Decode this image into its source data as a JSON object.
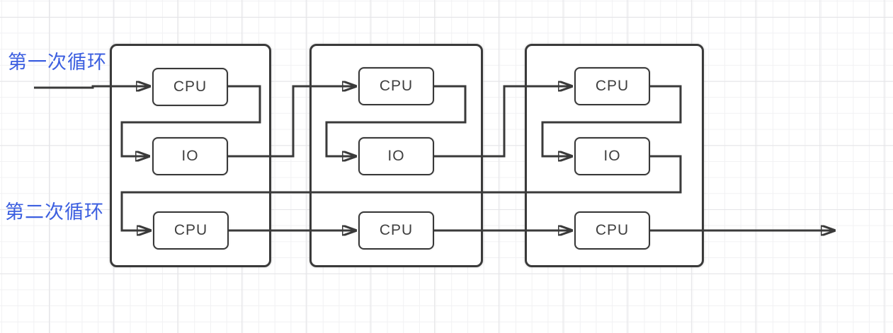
{
  "diagram": {
    "type": "flowchart",
    "labels": {
      "first_loop": "第一次循环",
      "second_loop": "第二次循环"
    },
    "groups": [
      {
        "name": "process-group-1",
        "boxes": [
          {
            "label": "CPU"
          },
          {
            "label": "IO"
          },
          {
            "label": "CPU"
          }
        ]
      },
      {
        "name": "process-group-2",
        "boxes": [
          {
            "label": "CPU"
          },
          {
            "label": "IO"
          },
          {
            "label": "CPU"
          }
        ]
      },
      {
        "name": "process-group-3",
        "boxes": [
          {
            "label": "CPU"
          },
          {
            "label": "IO"
          },
          {
            "label": "CPU"
          }
        ]
      }
    ],
    "edges": [
      "entry-to-cpu1-top",
      "cpu1-top-to-io1",
      "io1-to-cpu2-top",
      "cpu2-top-to-io2",
      "io2-to-cpu3-top",
      "cpu3-top-to-io3",
      "io3-return-to-cpu1-bottom",
      "cpu1-bottom-to-cpu2-bottom",
      "cpu2-bottom-to-cpu3-bottom",
      "cpu3-bottom-to-exit"
    ],
    "colors": {
      "stroke": "#3a3a3a",
      "loop_label": "#3c5fe0",
      "box_fill": "#ffffff",
      "background": "#ffffff",
      "grid_minor": "#f1f1f3",
      "grid_major": "#e4e4e7"
    }
  }
}
